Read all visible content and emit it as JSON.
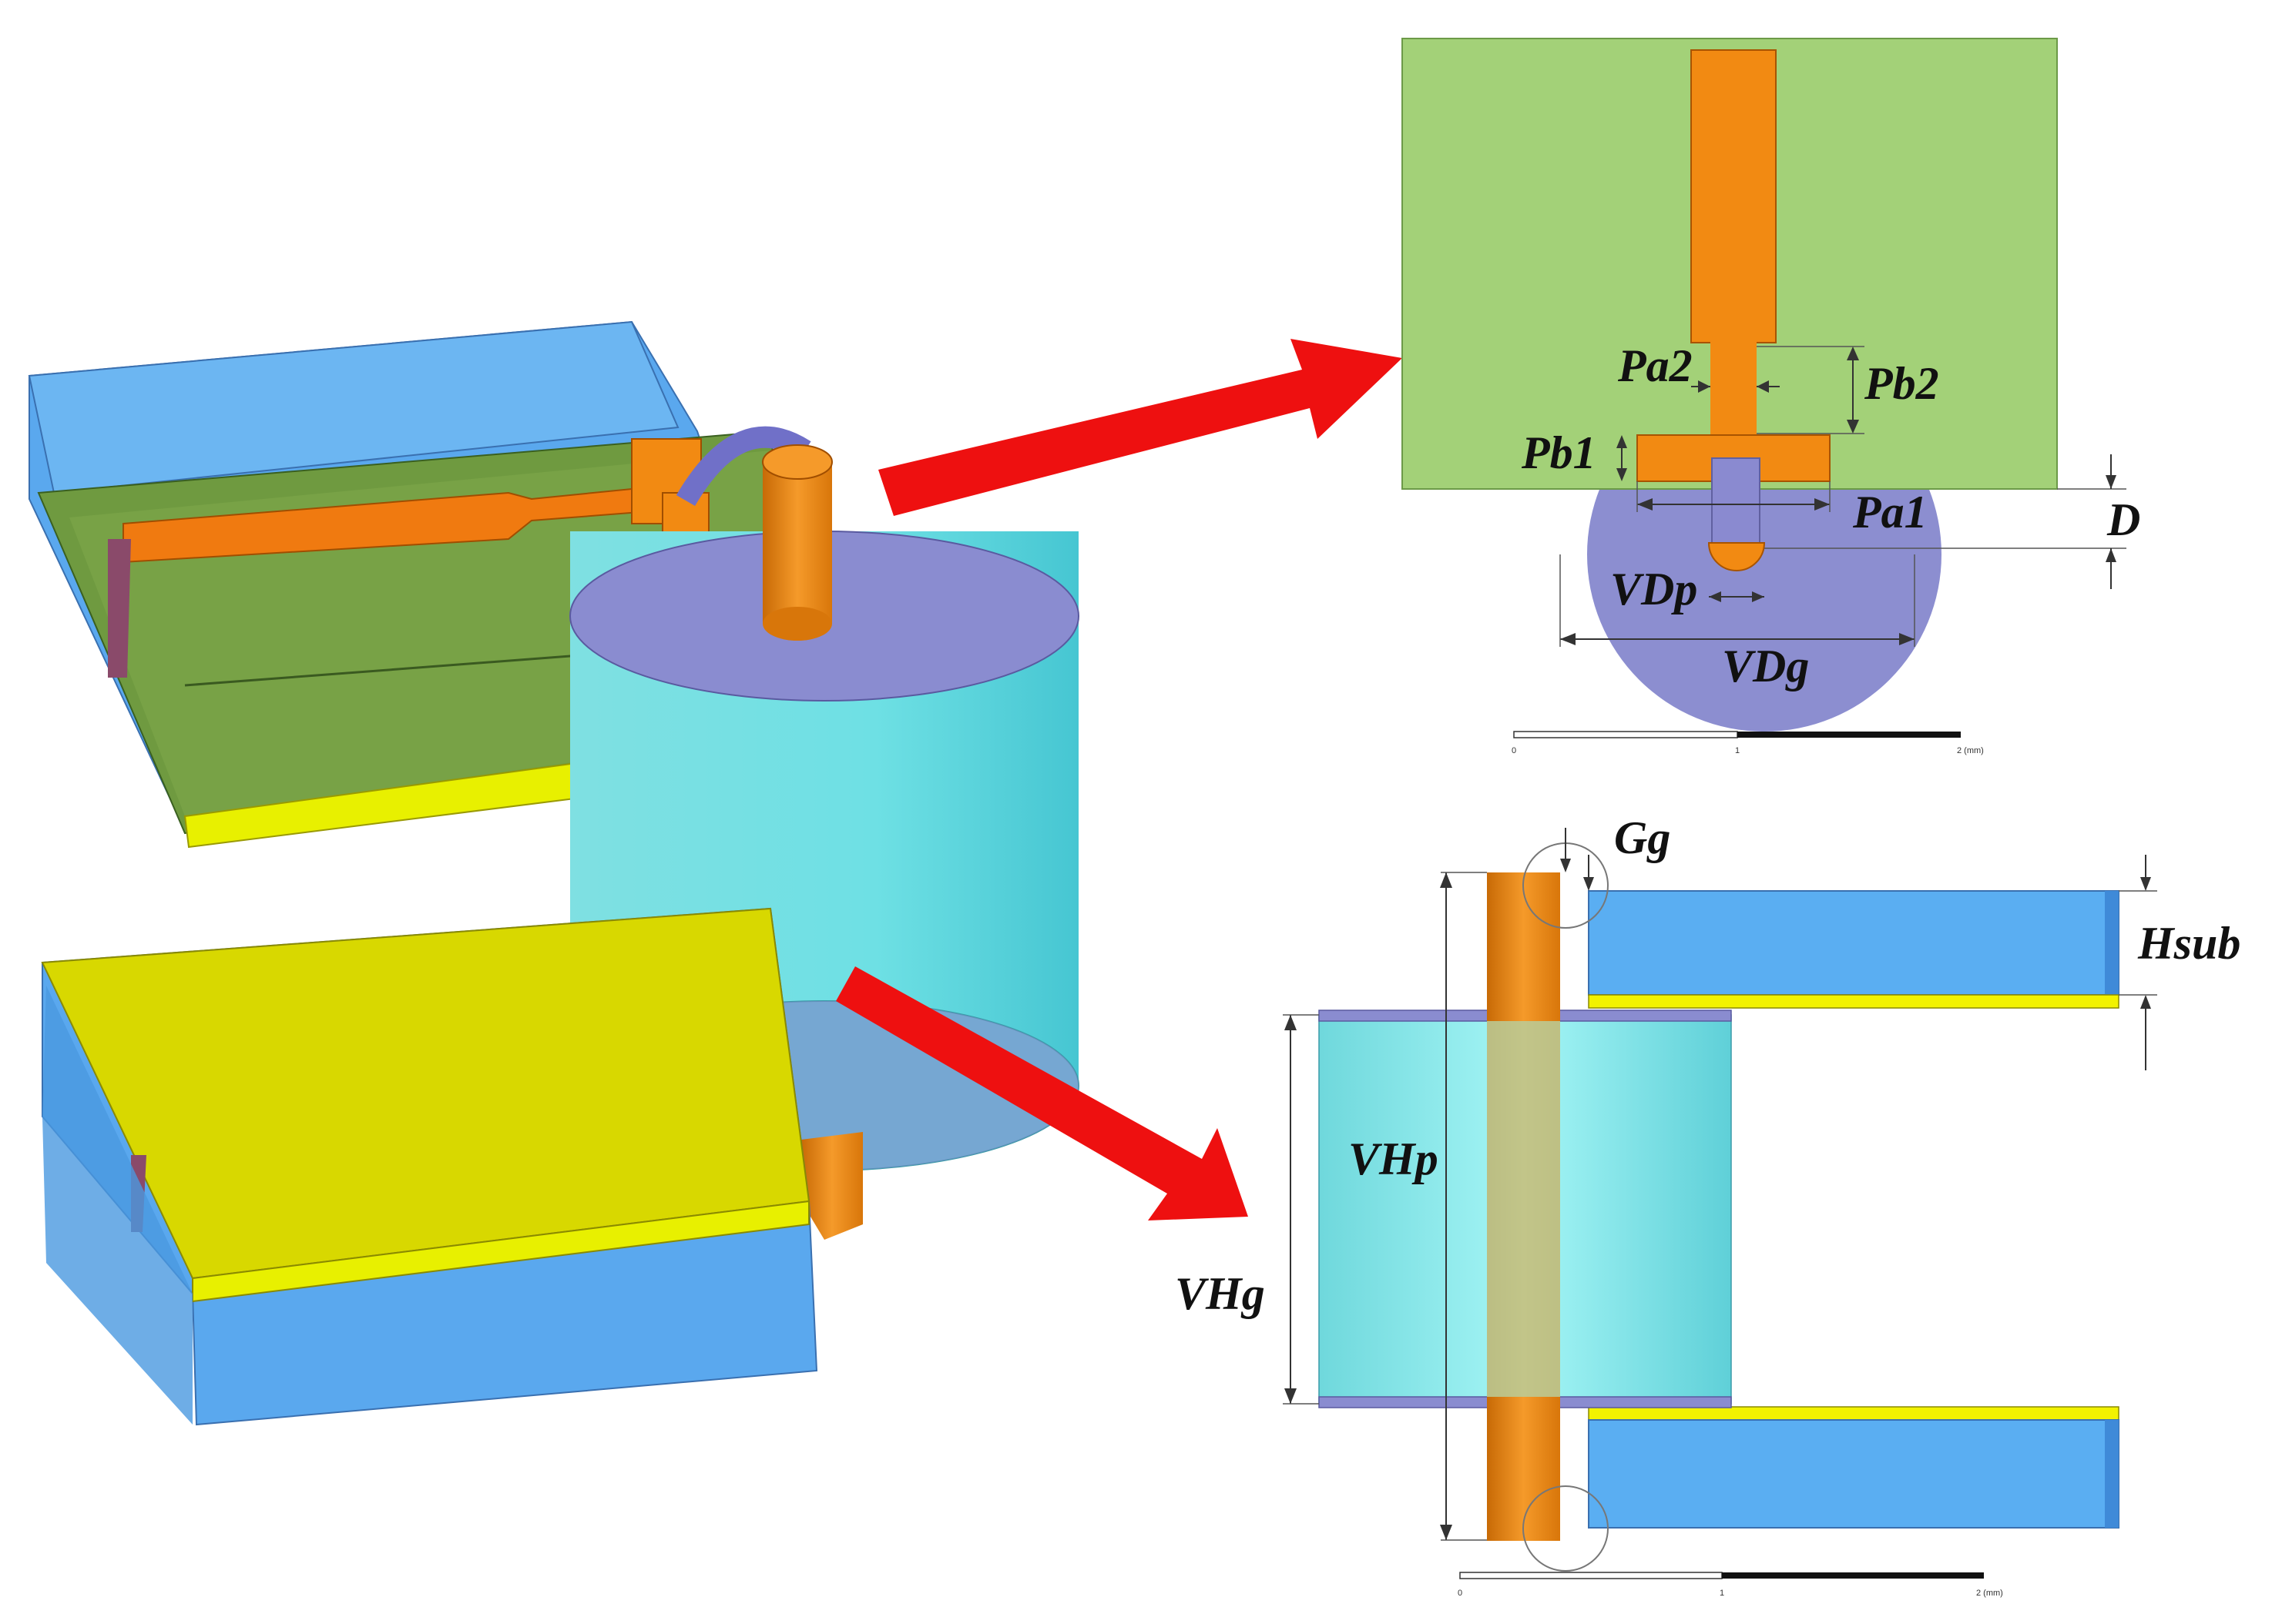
{
  "colors": {
    "substrate": "#5aa8ee",
    "ground_plane": "#d4d800",
    "top_plane_green": "#a3d178",
    "copper": "#f28a12",
    "via_cylinder": "#8ae8ec",
    "pad": "#8c8ed0",
    "gold": "#f0f000",
    "arrow": "#ee1010"
  },
  "top_view": {
    "labels": {
      "pa2": "Pa2",
      "pb2": "Pb2",
      "pb1": "Pb1",
      "pa1": "Pa1",
      "d": "D",
      "vdp": "VDp",
      "vdg": "VDg"
    },
    "scale": {
      "ticks": [
        "0",
        "1",
        "2 (mm)"
      ]
    }
  },
  "side_view": {
    "labels": {
      "gg": "Gg",
      "hsub": "Hsub",
      "vhp": "VHp",
      "vhg": "VHg"
    },
    "scale": {
      "ticks": [
        "0",
        "1",
        "2 (mm)"
      ]
    }
  }
}
